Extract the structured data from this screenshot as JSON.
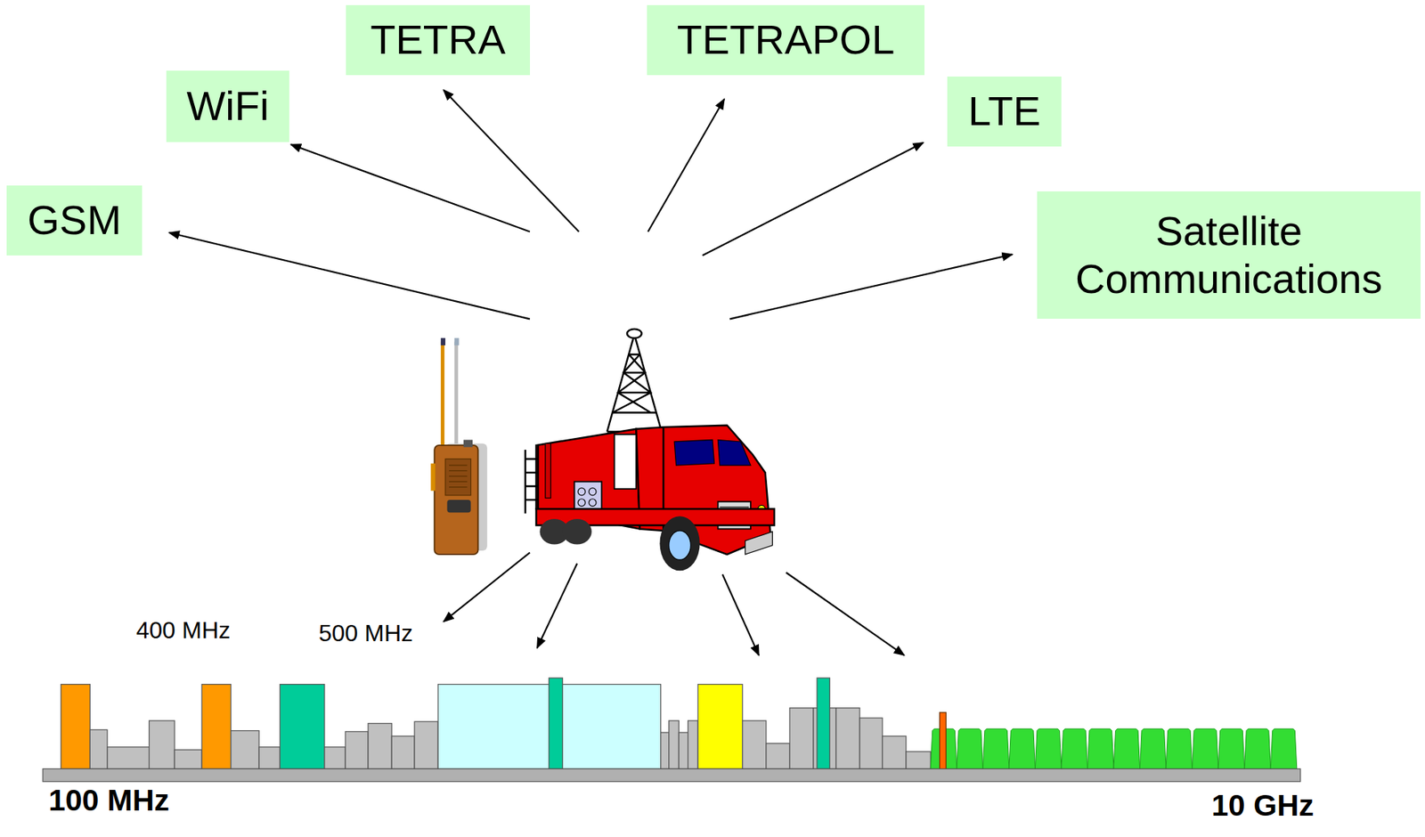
{
  "diagram": {
    "nodes": [
      {
        "text": [
          "GSM"
        ]
      },
      {
        "text": [
          "WiFi"
        ]
      },
      {
        "text": [
          "TETRA"
        ]
      },
      {
        "text": [
          "TETRAPOL"
        ]
      },
      {
        "text": [
          "LTE"
        ]
      },
      {
        "text": [
          "Satellite Communications"
        ]
      }
    ],
    "labels": [
      "400 MHz",
      "500 MHz",
      "100 MHz",
      "10 GHz"
    ]
  }
}
